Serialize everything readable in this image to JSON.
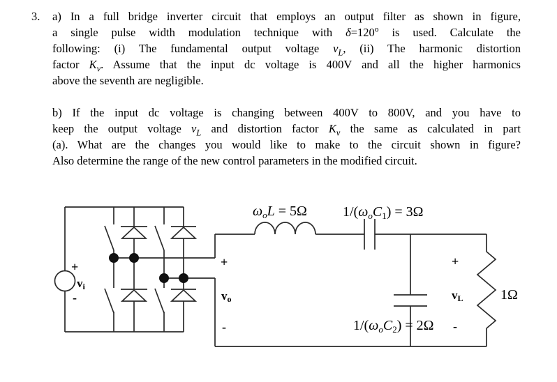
{
  "colors": {
    "ink": "#000000",
    "wire": "#2b2b2b",
    "background": "#ffffff"
  },
  "problem": {
    "number": "3.",
    "part_a": {
      "line1": "a) In a full bridge inverter circuit that employs an output filter as shown in figure,",
      "line2": {
        "t1": "a single pulse width modulation technique with ",
        "delta": "δ",
        "t2": "=120",
        "deg": "o",
        "t3": " is used. Calculate the"
      },
      "line3": {
        "t1": "following: (i) The fundamental output voltage ",
        "v": "v",
        "vsub": "L",
        "t2": ", (ii) The harmonic distortion"
      },
      "line4": {
        "t1": "factor ",
        "k": "K",
        "ksub": "v",
        "t2": ". Assume that the input dc voltage is 400V and all the higher harmonics"
      },
      "line5": "above the seventh are negligible."
    },
    "part_b": {
      "line1": "b) If the input dc voltage is changing between 400V to 800V, and you have to",
      "line2": {
        "t1": "keep the output voltage ",
        "v": "v",
        "vsub": "L",
        "t2": " and distortion factor ",
        "k": "K",
        "ksub": "v",
        "t3": " the same as calculated in part"
      },
      "line3": "(a). What are the changes you would like to make to the circuit shown in figure?",
      "line4": "Also determine the range of the new control parameters in the modified circuit."
    }
  },
  "circuit": {
    "source": {
      "plus": "+",
      "v": "v",
      "sub": "i",
      "minus": "-"
    },
    "output": {
      "plus": "+",
      "v": "v",
      "sub": "o",
      "minus": "-"
    },
    "inductor": {
      "omega": "ω",
      "omega_sub": "o",
      "L": "L",
      "eq": " = 5Ω"
    },
    "series_cap": {
      "p1": "1/(",
      "omega": "ω",
      "omega_sub": "o",
      "C": "C",
      "n": "1",
      "p2": ") = 3Ω"
    },
    "shunt_cap": {
      "p1": "1/(",
      "omega": "ω",
      "omega_sub": "o",
      "C": "C",
      "n": "2",
      "p2": ") = 2Ω"
    },
    "load": {
      "plus": "+",
      "v": "v",
      "sub": "L",
      "minus": "-",
      "value": "1Ω"
    }
  }
}
